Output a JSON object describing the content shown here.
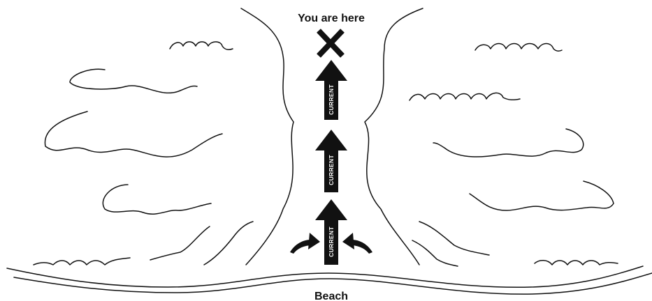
{
  "labels": {
    "location": "You are here",
    "shore": "Beach",
    "arrow_text": "CURRENT"
  },
  "colors": {
    "ink": "#111111",
    "background": "#ffffff"
  }
}
